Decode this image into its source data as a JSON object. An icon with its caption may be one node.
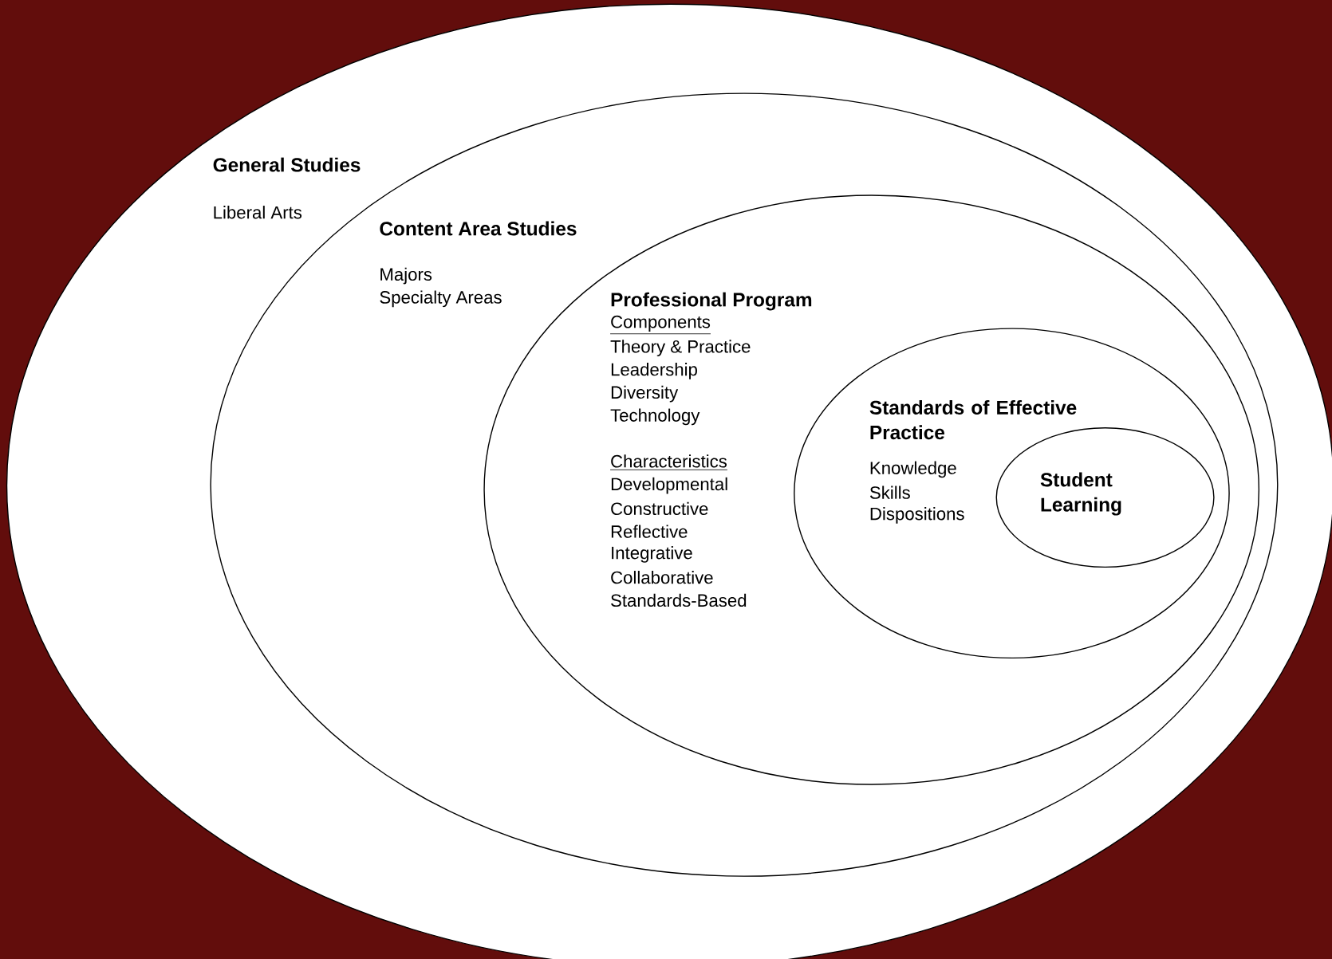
{
  "diagram": {
    "nodes": [
      {
        "text": [
          "General Studies",
          "Liberal Arts"
        ]
      },
      {
        "text": [
          "Content Area Studies",
          "Majors",
          "Specialty Areas"
        ],
        "in": 0
      },
      {
        "text": [
          "Professional Program",
          "Components",
          "Theory & Practice",
          "Leadership",
          "Diversity",
          "Technology",
          "Characteristics",
          "Developmental",
          "Constructive",
          "Reflective",
          "Integrative",
          "Collaborative",
          "Standards-Based"
        ],
        "in": 1
      },
      {
        "text": [
          "Standards of Effective Practice",
          "Knowledge",
          "Skills",
          "Dispositions"
        ],
        "in": 2
      },
      {
        "text": [
          "Student Learning"
        ],
        "in": 3
      }
    ]
  }
}
